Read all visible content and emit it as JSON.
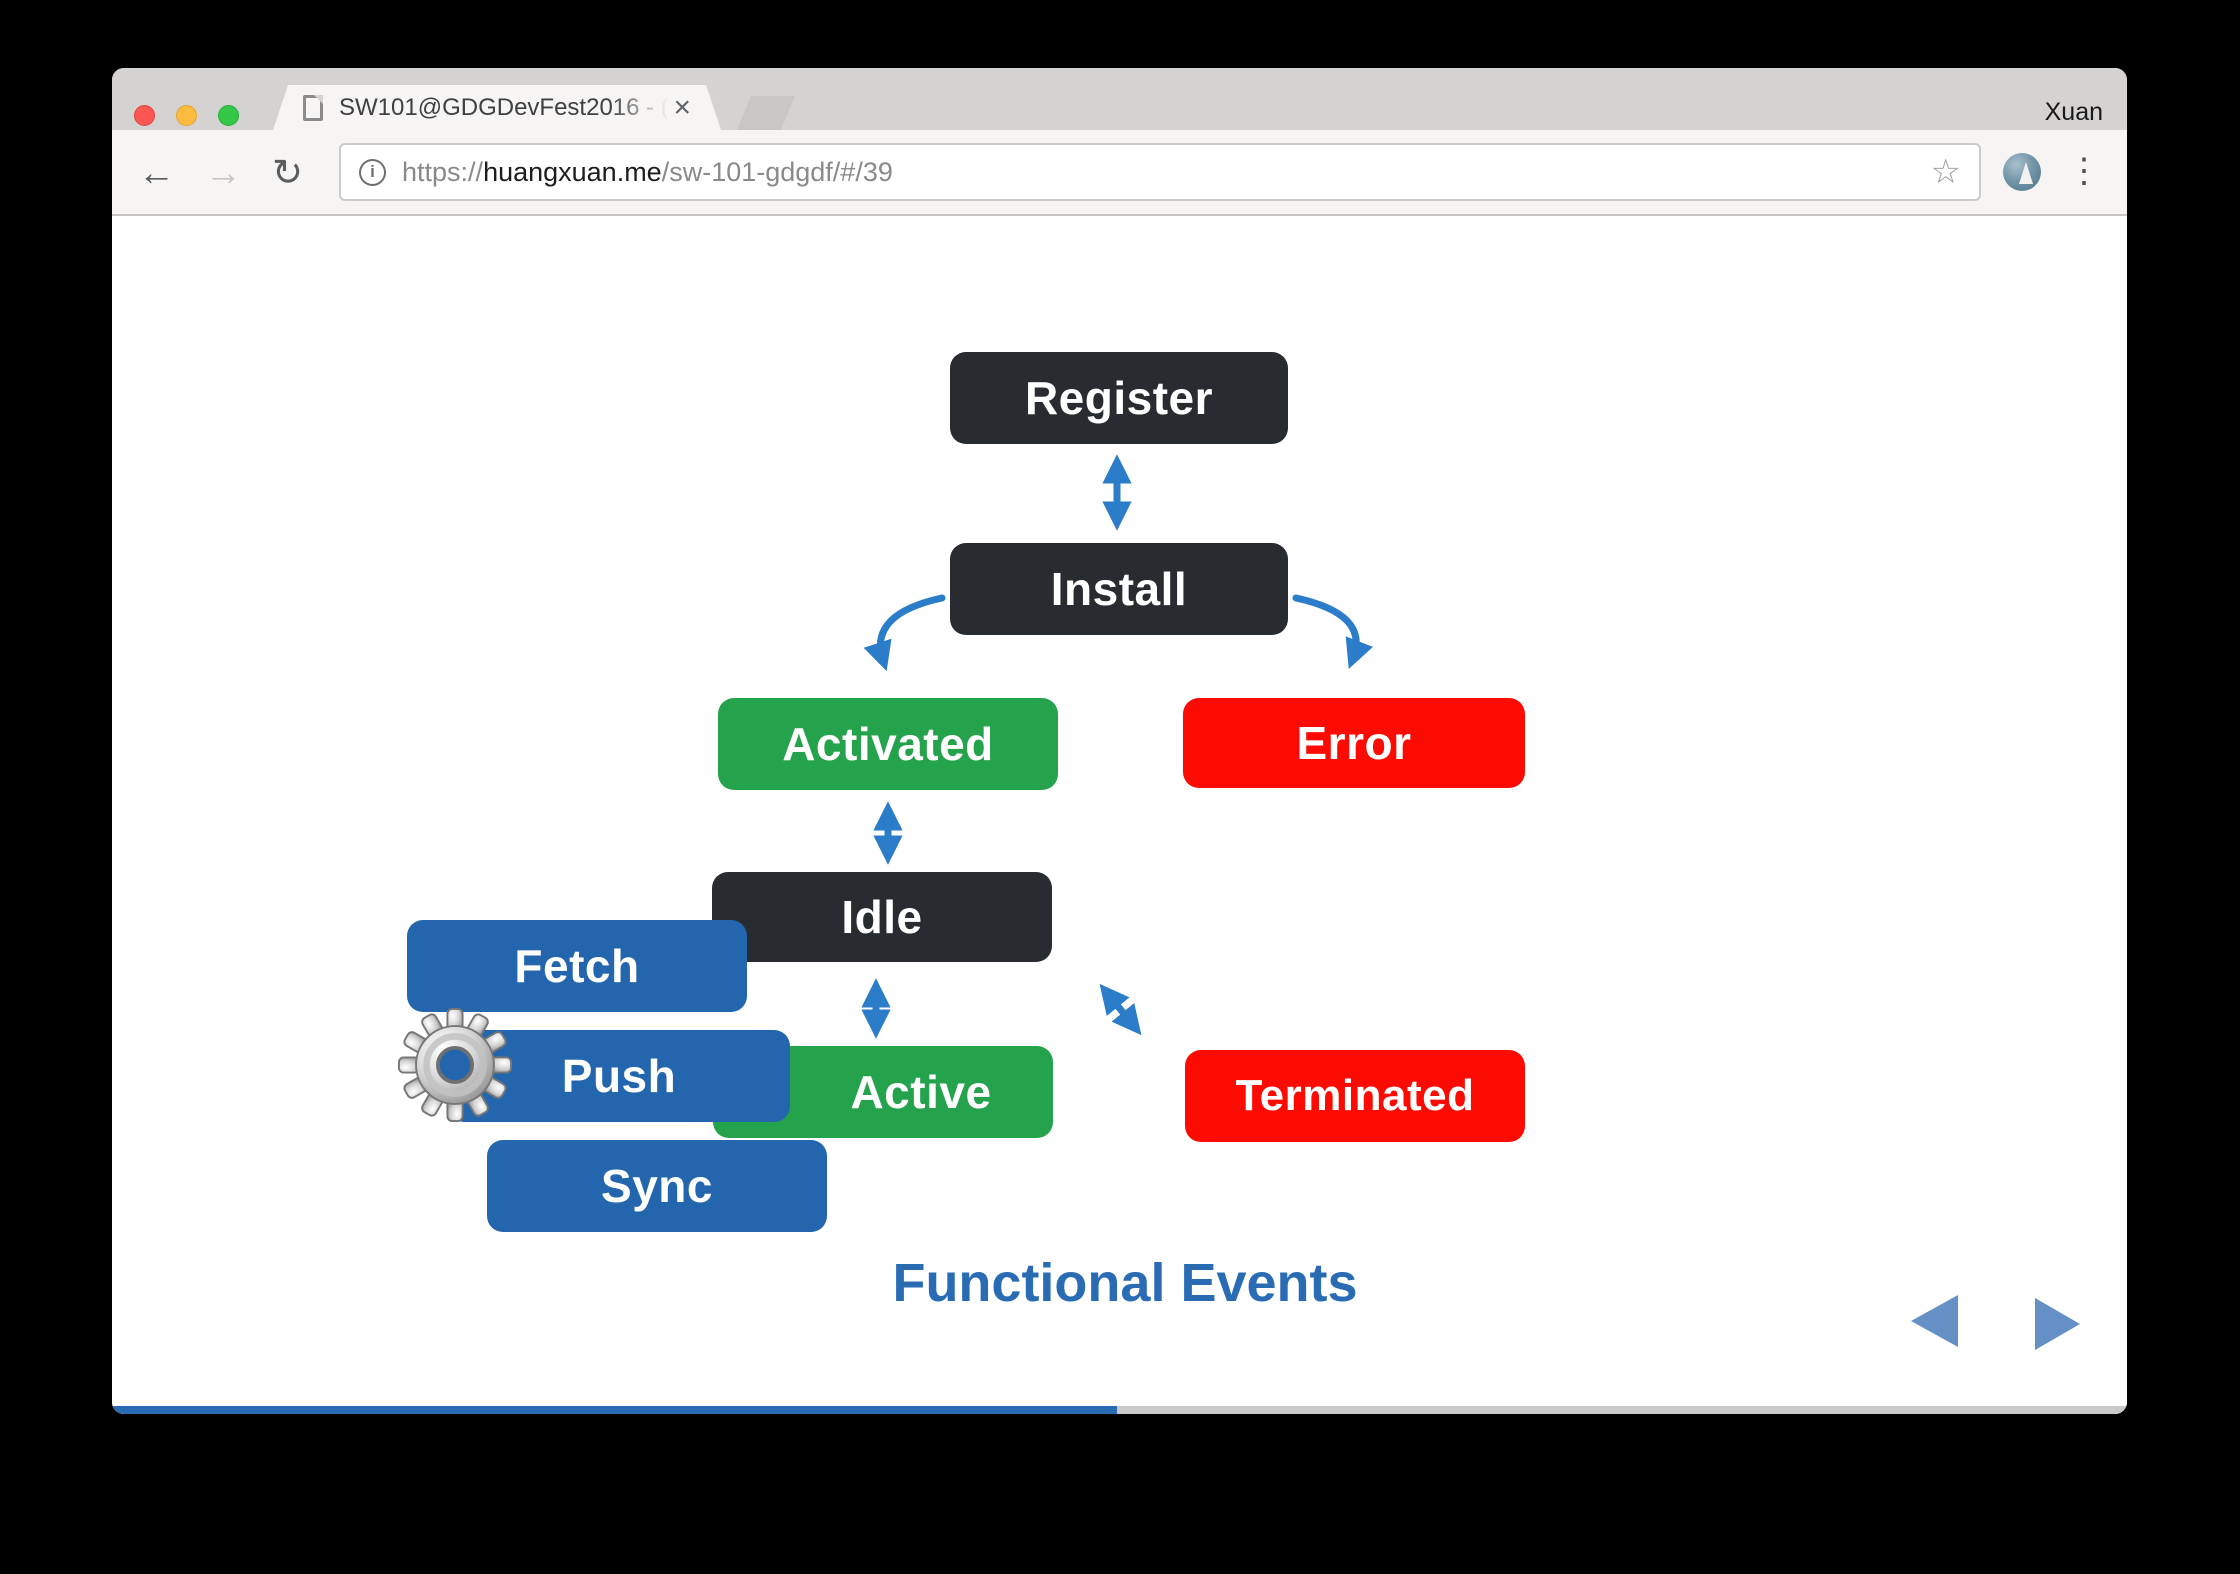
{
  "browser": {
    "profile_name": "Xuan",
    "tab": {
      "title": "SW101@GDGDevFest2016 - (",
      "close_glyph": "×"
    },
    "icons": {
      "back": "←",
      "forward": "→",
      "reload": "↻",
      "info": "i",
      "star": "☆",
      "menu": "⋮"
    },
    "url": {
      "scheme": "https://",
      "host": "huangxuan.me",
      "path": "/sw-101-gdgdf/#/39"
    }
  },
  "slide": {
    "boxes": {
      "register": "Register",
      "install": "Install",
      "activated": "Activated",
      "error": "Error",
      "idle": "Idle",
      "fetch": "Fetch",
      "push": "Push",
      "active": "Active",
      "terminated": "Terminated",
      "sync": "Sync"
    },
    "box_colors": {
      "register": "dark",
      "install": "dark",
      "activated": "green",
      "error": "red",
      "idle": "dark",
      "fetch": "blue",
      "push": "blue",
      "active": "green",
      "terminated": "red",
      "sync": "blue"
    },
    "edges": [
      {
        "from": "register",
        "to": "install",
        "style": "double-arrow"
      },
      {
        "from": "install",
        "to": "activated",
        "style": "curved-arrow"
      },
      {
        "from": "install",
        "to": "error",
        "style": "curved-arrow"
      },
      {
        "from": "activated",
        "to": "idle",
        "style": "double-arrow"
      },
      {
        "from": "idle",
        "to": "active",
        "style": "double-arrow"
      },
      {
        "from": "idle",
        "to": "terminated",
        "style": "double-arrow"
      }
    ],
    "caption": "Functional Events",
    "progress_fraction": 0.5
  },
  "colors": {
    "dark": "#282c31",
    "green": "#25a24c",
    "red": "#fb0b02",
    "blue": "#2366ae",
    "arrow": "#2b7cc9",
    "accent": "#2a6cb4",
    "nav": "#6590c5",
    "progress": "#2a6cb4",
    "track": "#c9c9c9"
  }
}
